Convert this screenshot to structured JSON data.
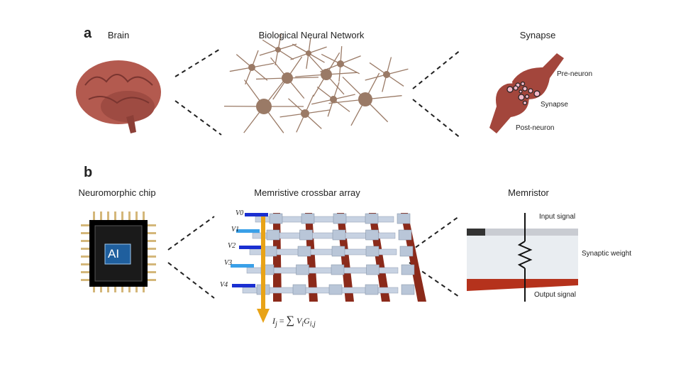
{
  "panel_a": {
    "letter": "a",
    "brain": "Brain",
    "network": "Biological Neural Network",
    "synapse_title": "Synapse",
    "labels": {
      "pre": "Pre-neuron",
      "synapse": "Synapse",
      "post": "Post-neuron"
    }
  },
  "panel_b": {
    "letter": "b",
    "chip": "Neuromorphic chip",
    "chip_text": "AI",
    "crossbar": "Memristive crossbar array",
    "memristor": "Memristor",
    "voltages": [
      "V0",
      "V1",
      "V2",
      "V3",
      "V4"
    ],
    "formula": {
      "lhs": "I",
      "lhs_sub": "j",
      "eq": "=",
      "sum": "∑",
      "v": "V",
      "v_sub": "i",
      "g": "G",
      "g_sub": "i,j"
    },
    "labels": {
      "input": "Input signal",
      "weight": "Synaptic weight",
      "output": "Output signal"
    }
  },
  "colors": {
    "brain": "#b35a4f",
    "neuron": "#9a7a66",
    "synapse": "#a3463c",
    "row_bar": "#c7d2e2",
    "column_bar": "#8b2a1a",
    "arrow": "#e8a317",
    "v_dark": "#1a2fd1",
    "v_light": "#3aa0e8"
  }
}
